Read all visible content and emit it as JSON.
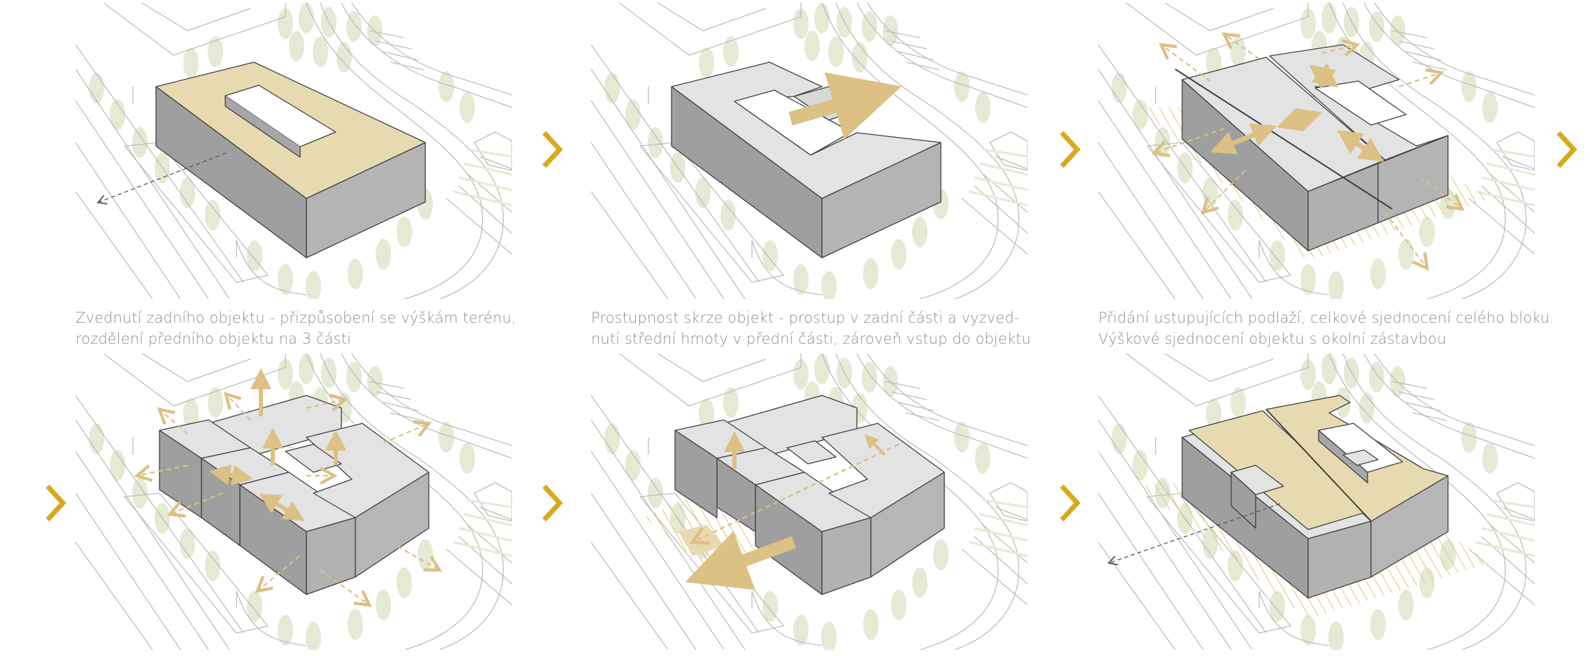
{
  "colors": {
    "accent": "#d8a91e",
    "highlight_roof": "#e8dab0",
    "arrow": "#dcc084",
    "tree": "#e4ead4",
    "roof_gray": "#e3e3e3",
    "wall_gray": "#a3a3a3",
    "site_line": "#bdbdbd",
    "caption_text": "#8e8e8e"
  },
  "steps": [
    {
      "caption_lines": [
        "Zvednutí zadního objektu - přizpůsobení se výškám terénu,",
        "rozdělení předního objektu na 3 části"
      ]
    },
    {
      "caption_lines": [
        "Prostupnost skrze objekt - prostup v zadní části a vyzved-",
        "nutí střední hmoty v přední části, zároveň vstup do objektu"
      ]
    },
    {
      "caption_lines": [
        "Přidání ustupujících podlaží, celkové sjednocení celého bloku.",
        "Výškové sjednocení objektu s okolní zástavbou"
      ]
    }
  ],
  "next_icon": "chevron-right-icon"
}
